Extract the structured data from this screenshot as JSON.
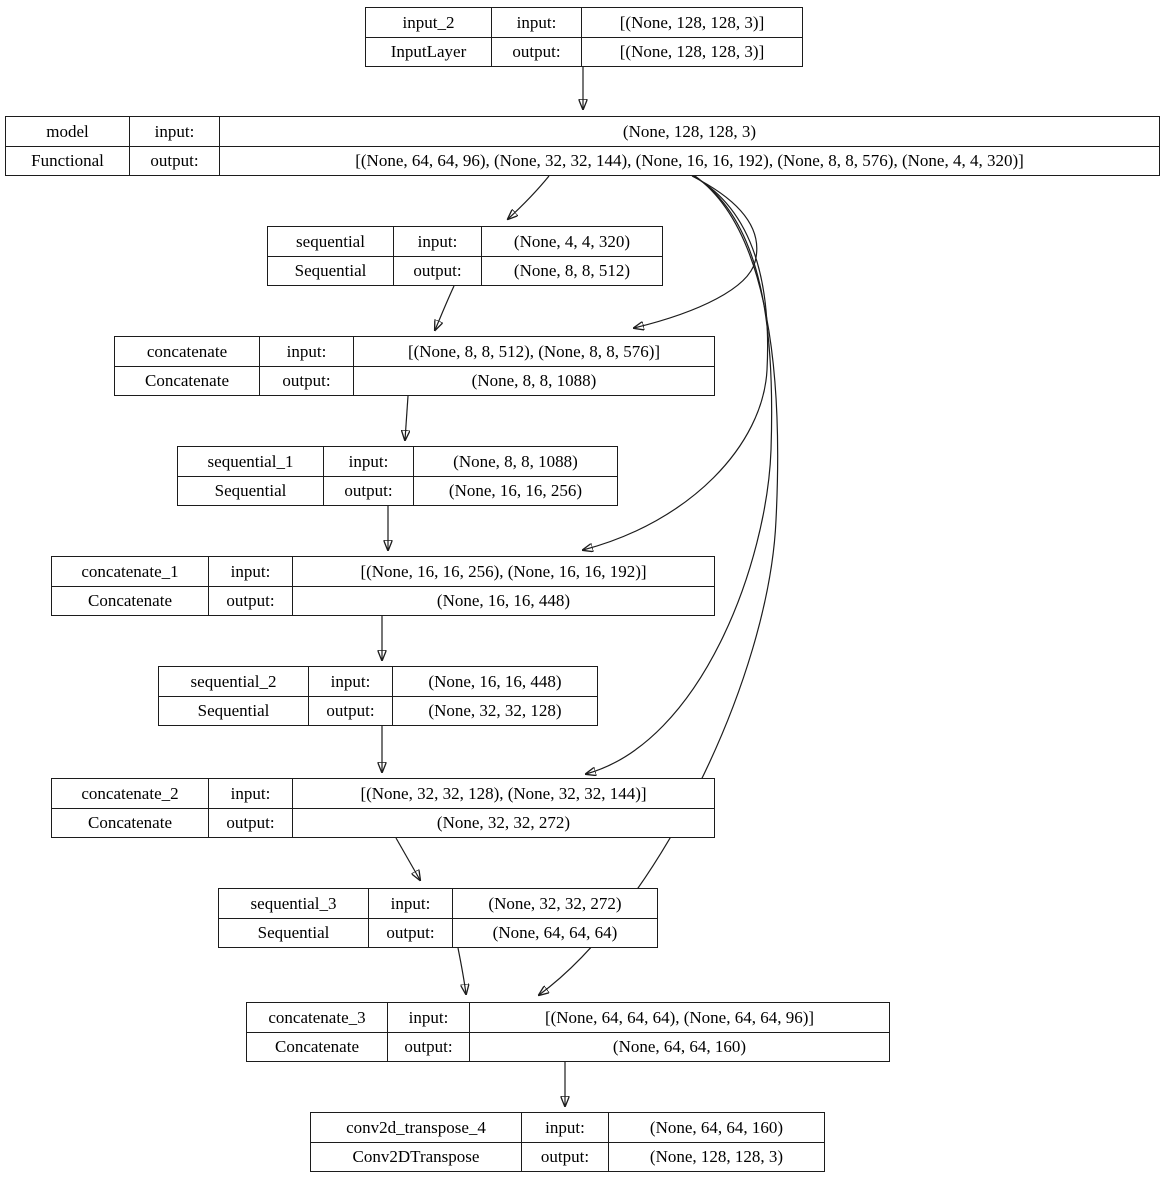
{
  "labels": {
    "input": "input:",
    "output": "output:"
  },
  "style": {
    "border_color": "#1c1c1c",
    "background": "#ffffff",
    "text_color": "#000000"
  },
  "nodes": [
    {
      "name": "input_2",
      "type": "InputLayer",
      "input": "[(None, 128, 128, 3)]",
      "output": "[(None, 128, 128, 3)]"
    },
    {
      "name": "model",
      "type": "Functional",
      "input": "(None, 128, 128, 3)",
      "output": "[(None, 64, 64, 96), (None, 32, 32, 144), (None, 16, 16, 192), (None, 8, 8, 576), (None, 4, 4, 320)]"
    },
    {
      "name": "sequential",
      "type": "Sequential",
      "input": "(None, 4, 4, 320)",
      "output": "(None, 8, 8, 512)"
    },
    {
      "name": "concatenate",
      "type": "Concatenate",
      "input": "[(None, 8, 8, 512), (None, 8, 8, 576)]",
      "output": "(None, 8, 8, 1088)"
    },
    {
      "name": "sequential_1",
      "type": "Sequential",
      "input": "(None, 8, 8, 1088)",
      "output": "(None, 16, 16, 256)"
    },
    {
      "name": "concatenate_1",
      "type": "Concatenate",
      "input": "[(None, 16, 16, 256), (None, 16, 16, 192)]",
      "output": "(None, 16, 16, 448)"
    },
    {
      "name": "sequential_2",
      "type": "Sequential",
      "input": "(None, 16, 16, 448)",
      "output": "(None, 32, 32, 128)"
    },
    {
      "name": "concatenate_2",
      "type": "Concatenate",
      "input": "[(None, 32, 32, 128), (None, 32, 32, 144)]",
      "output": "(None, 32, 32, 272)"
    },
    {
      "name": "sequential_3",
      "type": "Sequential",
      "input": "(None, 32, 32, 272)",
      "output": "(None, 64, 64, 64)"
    },
    {
      "name": "concatenate_3",
      "type": "Concatenate",
      "input": "[(None, 64, 64, 64), (None, 64, 64, 96)]",
      "output": "(None, 64, 64, 160)"
    },
    {
      "name": "conv2d_transpose_4",
      "type": "Conv2DTranspose",
      "input": "(None, 64, 64, 160)",
      "output": "(None, 128, 128, 3)"
    }
  ],
  "edges": [
    {
      "from": "input_2",
      "to": "model"
    },
    {
      "from": "model",
      "to": "sequential"
    },
    {
      "from": "model",
      "to": "concatenate"
    },
    {
      "from": "sequential",
      "to": "concatenate"
    },
    {
      "from": "concatenate",
      "to": "sequential_1"
    },
    {
      "from": "model",
      "to": "concatenate_1"
    },
    {
      "from": "sequential_1",
      "to": "concatenate_1"
    },
    {
      "from": "concatenate_1",
      "to": "sequential_2"
    },
    {
      "from": "model",
      "to": "concatenate_2"
    },
    {
      "from": "sequential_2",
      "to": "concatenate_2"
    },
    {
      "from": "concatenate_2",
      "to": "sequential_3"
    },
    {
      "from": "model",
      "to": "concatenate_3"
    },
    {
      "from": "sequential_3",
      "to": "concatenate_3"
    },
    {
      "from": "concatenate_3",
      "to": "conv2d_transpose_4"
    }
  ]
}
